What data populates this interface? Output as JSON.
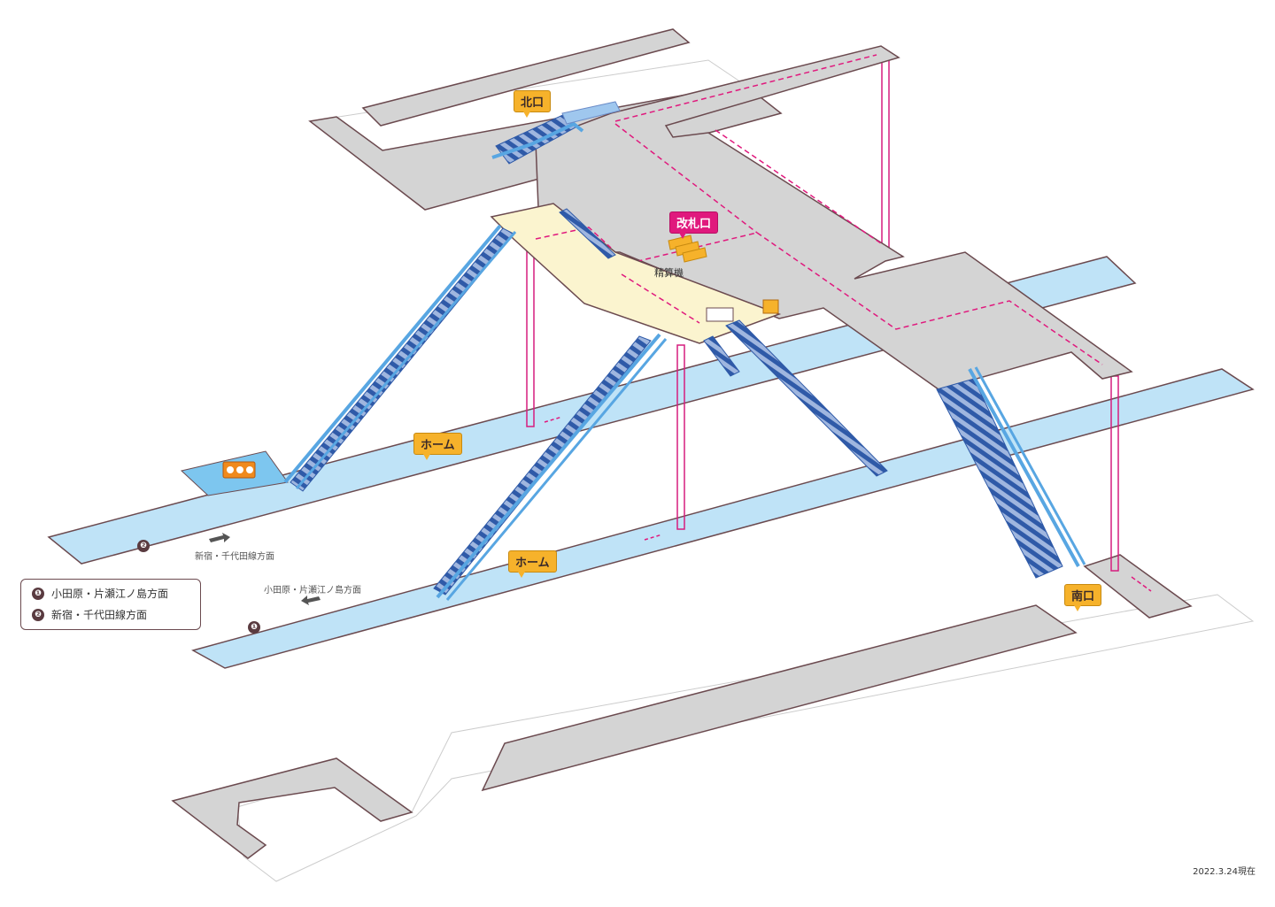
{
  "labels": {
    "north_exit": "北口",
    "south_exit": "南口",
    "ticket_gate": "改札口",
    "fare_machine": "精算機",
    "platform_upper": "ホーム",
    "platform_lower": "ホーム",
    "dir_shinjuku": "新宿・千代田線方面",
    "dir_odawara": "小田原・片瀬江ノ島方面"
  },
  "platform_numbers": {
    "upper": "❷",
    "lower": "❶"
  },
  "legend": [
    {
      "num": "❶",
      "text": "小田原・片瀬江ノ島方面"
    },
    {
      "num": "❷",
      "text": "新宿・千代田線方面"
    }
  ],
  "date": "2022.3.24現在",
  "icons": [
    "arrow-right-icon",
    "arrow-left-icon",
    "accessible-toilet-icon",
    "ticket-machine-icon"
  ],
  "colors": {
    "platform": "#bfe3f7",
    "concourse": "#d4d4d4",
    "concourse_floor": "#fbf4cf",
    "stairs": "#2f5aa8",
    "escalator": "#58a6e2",
    "elevator": "#d61d7f",
    "tag": "#f6b22b",
    "gate_tag": "#e0197d",
    "outline": "#6b4a4f"
  }
}
